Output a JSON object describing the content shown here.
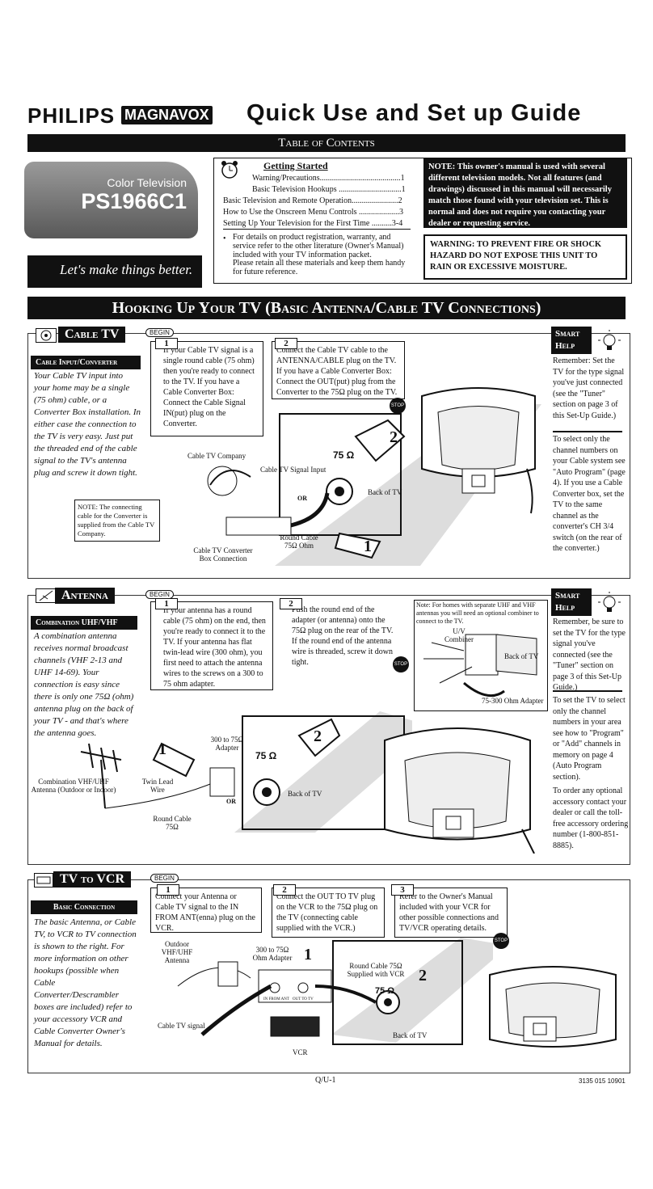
{
  "header": {
    "brand": "PHILIPS",
    "brand2": "MAGNAVOX",
    "title": "Quick Use and Set up Guide",
    "toc_title": "Table of Contents",
    "badge_line1": "Color Television",
    "badge_model": "PS1966C1",
    "slogan": "Let's make things better."
  },
  "toc": {
    "heading": "Getting Started",
    "items": [
      "Warning/Precautions........................................1",
      "Basic Television Hookups ...............................1",
      "Basic Television and Remote Operation.......................2",
      "How to Use the Onscreen Menu Controls ....................3",
      "Setting Up Your Television for the First Time ..........3-4"
    ],
    "bullet": "For details on product registration, warranty, and service refer to the other literature (Owner's Manual) included with your TV information packet.",
    "retain": "Please retain all these materials and keep them handy for future reference.",
    "note": "NOTE: This owner's manual is used with several different television models. Not all features (and drawings) discussed in this manual will necessarily match those found with your television set. This is normal and does not require you contacting your dealer or requesting service.",
    "warning": "WARNING: TO PREVENT FIRE OR SHOCK HAZARD DO NOT EXPOSE THIS UNIT TO RAIN OR EXCESSIVE MOISTURE."
  },
  "section_title": "Hooking Up Your TV (Basic Antenna/Cable TV Connections)",
  "begin": "BEGIN",
  "stop": "STOP",
  "smart_help": "Smart Help",
  "cable": {
    "tab": "Cable TV",
    "sub": "Cable Input/Converter",
    "text": "Your Cable TV input into your home may be a single (75 ohm) cable, or a Converter Box installation. In either case the connection to the TV is very easy. Just put the threaded end of the cable signal to the TV's antenna plug and screw it down tight.",
    "note": "NOTE: The connecting cable for the Converter is supplied from the Cable TV Company.",
    "step1": "If your Cable TV signal is a single round cable (75 ohm) then you're ready to connect to the TV. If you have a Cable Converter Box: Connect the Cable Signal IN(put) plug on the Converter.",
    "step2": "Connect the Cable TV cable to the ANTENNA/CABLE plug on the TV. If you have a Cable Converter Box: Connect the OUT(put) plug from the Converter to the 75Ω plug on the TV.",
    "labels": [
      "Cable TV Company",
      "Cable TV Signal Input",
      "Back of TV",
      "Round Cable 75Ω Ohm",
      "Cable TV Converter Box Connection",
      "75 Ω",
      "OR"
    ],
    "help1": "Remember: Set the TV for the type signal you've just connected (see the \"Tuner\" section on page 3 of this Set-Up Guide.)",
    "help2": "To select only the channel numbers on your Cable system see \"Auto Program\" (page 4). If you use a Cable Converter box, set the TV to the same channel as the converter's CH 3/4 switch (on the rear of the converter.)"
  },
  "antenna": {
    "tab": "Antenna",
    "sub": "Combination UHF/VHF",
    "text": "A combination antenna receives normal broadcast channels (VHF 2-13 and UHF 14-69). Your connection is easy since there is only one 75Ω (ohm) antenna plug on the back of your TV - and that's where the antenna goes.",
    "step1": "If your antenna has a round cable (75 ohm) on the end, then you're ready to connect it to the TV. If your antenna has flat twin-lead wire (300 ohm), you first need to attach the antenna wires to the screws on a 300 to 75 ohm adapter.",
    "step2": "Push the round end of the adapter (or antenna) onto the 75Ω plug on the rear of the TV. If the round end of the antenna wire is threaded, screw it down tight.",
    "note": "Note: For homes with separate UHF and VHF antennas you will need an optional combiner to connect to the TV.",
    "labels": [
      "U/V Combiner",
      "Back of TV",
      "75-300 Ohm Adapter",
      "300 to 75Ω Adapter",
      "75 Ω",
      "Combination VHF/UHF Antenna (Outdoor or Indoor)",
      "Twin Lead Wire",
      "Round Cable 75Ω",
      "Back of TV",
      "OR"
    ],
    "help1": "Remember, be sure to set the TV for the type signal you've connected (see the \"Tuner\" section on page 3 of this Set-Up Guide.)",
    "help2": "To set the TV to select only the channel numbers in your area see how to \"Program\" or \"Add\" channels in memory on page 4 (Auto Program section).",
    "help3": "To order any optional accessory contact your dealer or call the toll-free accessory ordering number (1-800-851-8885)."
  },
  "vcr": {
    "tab": "TV to VCR",
    "sub": "Basic Connection",
    "text": "The basic Antenna, or Cable TV, to VCR to TV connection is shown to the right. For more information on other hookups (possible when Cable Converter/Descrambler boxes are included) refer to your accessory VCR and Cable Converter Owner's Manual for details.",
    "step1": "Connect your Antenna or Cable TV signal to the IN FROM ANT(enna) plug on the VCR.",
    "step2": "Connect the OUT TO TV plug on the VCR to the 75Ω plug on the TV (connecting cable supplied with the VCR.)",
    "step3": "Refer to the Owner's Manual included with your VCR for other possible connections and TV/VCR operating details.",
    "labels": [
      "Outdoor VHF/UHF Antenna",
      "300 to 75Ω Ohm Adapter",
      "Round Cable 75Ω Supplied with VCR",
      "75 Ω",
      "Cable TV signal",
      "VCR",
      "Back of TV",
      "IN FROM ANT",
      "OUT TO TV"
    ]
  },
  "footer": {
    "page": "Q/U-1",
    "code": "3135 015 10901"
  }
}
